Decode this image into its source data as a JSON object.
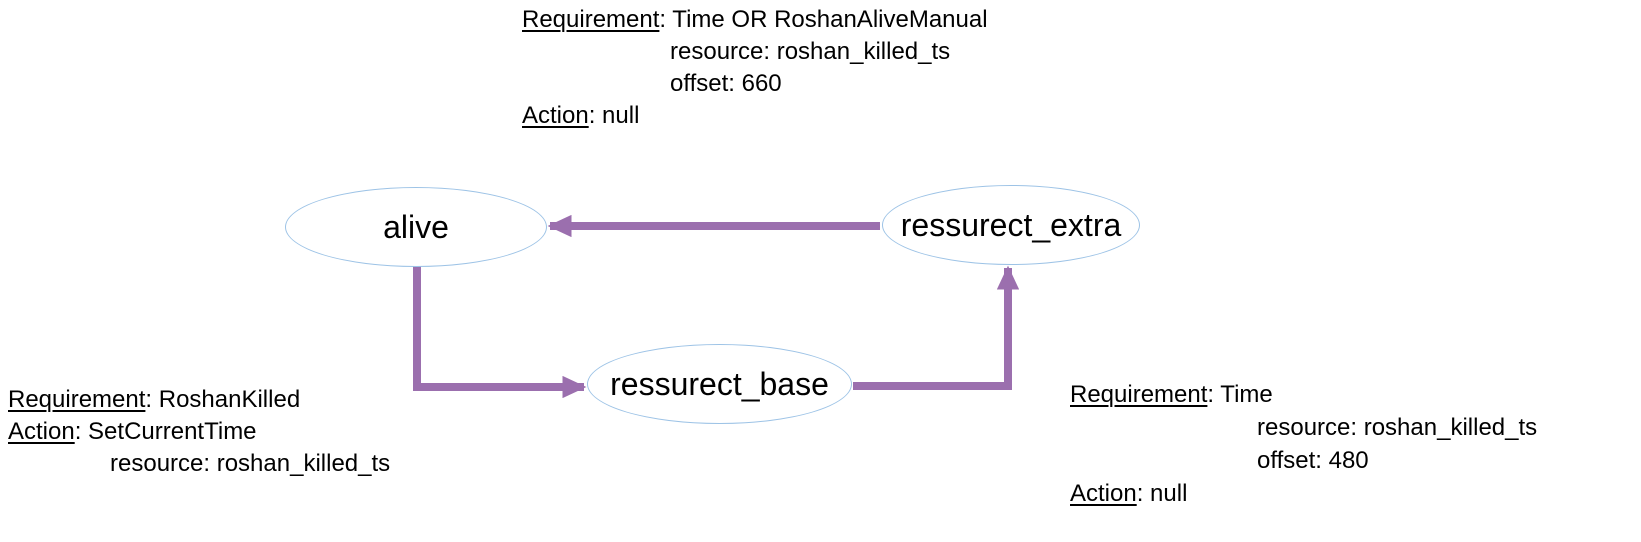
{
  "colors": {
    "background": "#ffffff",
    "arrow": "#9b6fae",
    "node_border": "#9dc3e6",
    "node_fill": "#ffffff",
    "text": "#000000"
  },
  "nodes": [
    {
      "id": "alive",
      "label": "alive"
    },
    {
      "id": "ressurect_base",
      "label": "ressurect_base"
    },
    {
      "id": "ressurect_extra",
      "label": "ressurect_extra"
    }
  ],
  "edges": [
    {
      "from": "ressurect_extra",
      "to": "alive",
      "annotation": "top"
    },
    {
      "from": "alive",
      "to": "ressurect_base",
      "annotation": "left"
    },
    {
      "from": "ressurect_base",
      "to": "ressurect_extra",
      "annotation": "right"
    }
  ],
  "annotations": {
    "top": {
      "requirement_label": "Requirement",
      "requirement_rest": ": Time OR RoshanAliveManual",
      "details": [
        "resource: roshan_killed_ts",
        "offset: 660"
      ],
      "action_label": "Action",
      "action_rest": ": null"
    },
    "left": {
      "requirement_label": "Requirement",
      "requirement_rest": ": RoshanKilled",
      "action_label": "Action",
      "action_rest": ": SetCurrentTime",
      "details": [
        "resource: roshan_killed_ts"
      ]
    },
    "right": {
      "requirement_label": "Requirement",
      "requirement_rest": ": Time",
      "details": [
        "resource: roshan_killed_ts",
        "offset: 480"
      ],
      "action_label": "Action",
      "action_rest": ": null"
    }
  }
}
